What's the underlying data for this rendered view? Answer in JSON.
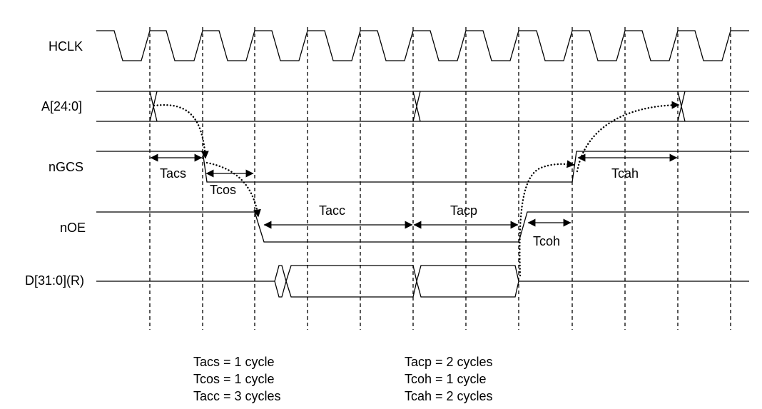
{
  "signals": {
    "hclk": "HCLK",
    "addr": "A[24:0]",
    "ngcs": "nGCS",
    "noe": "nOE",
    "data": "D[31:0](R)"
  },
  "timing": {
    "tacs": "Tacs",
    "tcos": "Tcos",
    "tacc": "Tacc",
    "tacp": "Tacp",
    "tcoh": "Tcoh",
    "tcah": "Tcah"
  },
  "legend": {
    "left": [
      "Tacs = 1 cycle",
      "Tcos = 1 cycle",
      "Tacc = 3 cycles"
    ],
    "right": [
      "Tacp = 2 cycles",
      "Tcoh = 1 cycle",
      "Tcah = 2 cycles"
    ]
  }
}
